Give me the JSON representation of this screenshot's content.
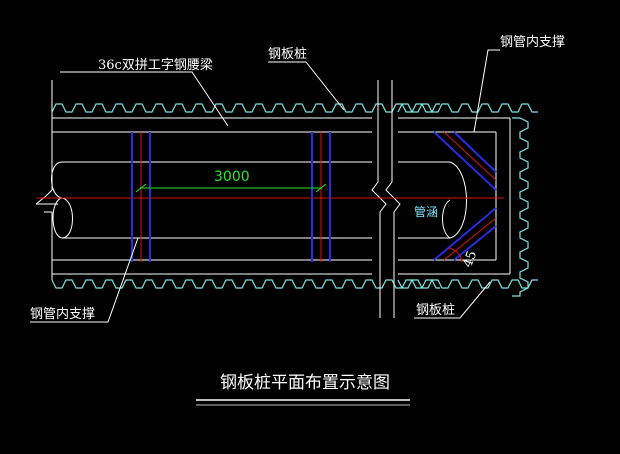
{
  "diagram": {
    "title": "钢板桩平面布置示意图",
    "labels": {
      "waist_beam": "36c双拼工字钢腰梁",
      "sheet_pile_top": "钢板桩",
      "pipe_support_top": "钢管内支撑",
      "pipe_support_bottom": "钢管内支撑",
      "sheet_pile_bottom": "钢板桩",
      "culvert": "管涵",
      "dimension": "3000",
      "angle": "45"
    },
    "colors": {
      "background": "#000000",
      "pile": "#7fe6e6",
      "wale": "#ffffff",
      "strut_blue": "#2a2adf",
      "strut_red": "#e01010",
      "dimension": "#27e827",
      "text": "#ffffff"
    }
  }
}
